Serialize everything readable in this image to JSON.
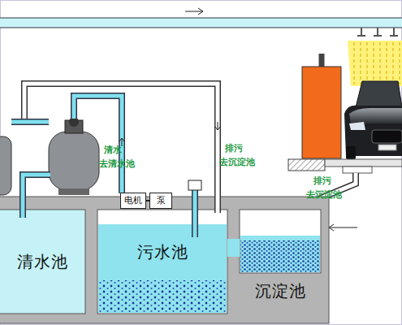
{
  "diagram": {
    "nodes": [
      {
        "text": [
          "清水池"
        ]
      },
      {
        "text": [
          "污水池"
        ]
      },
      {
        "text": [
          "沉淀池"
        ]
      },
      {
        "text": [
          "电机"
        ]
      },
      {
        "text": [
          "泵"
        ]
      }
    ],
    "edges": [
      {
        "from": 3,
        "to": 4,
        "arrow": "none"
      },
      {
        "from": 2,
        "to": 1,
        "arrow": "none"
      }
    ],
    "labels": [
      "清水",
      "去清水池",
      "排污",
      "去沉淀池",
      "排污",
      "去沉淀池"
    ]
  }
}
